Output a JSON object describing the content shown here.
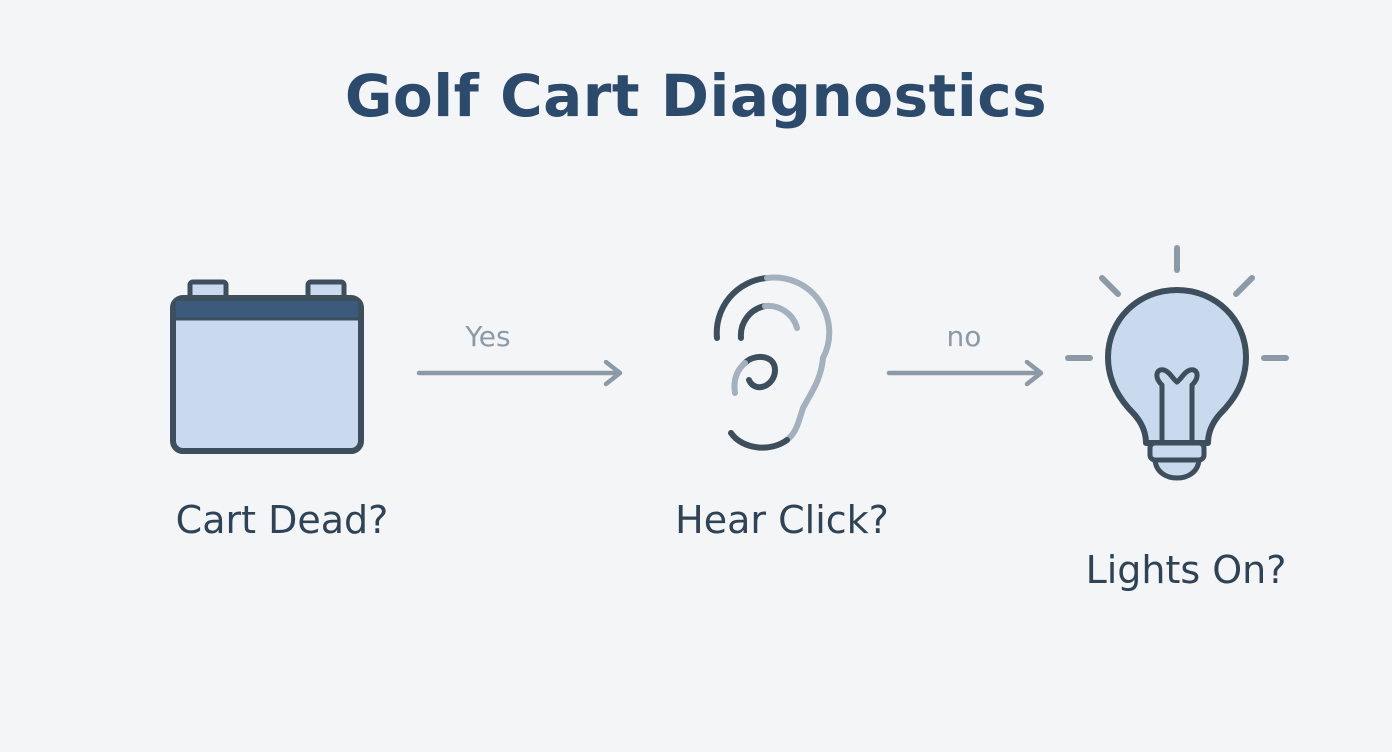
{
  "title": "Golf Cart Diagnostics",
  "nodes": [
    {
      "label": "Cart Dead?",
      "icon": "battery-icon"
    },
    {
      "label": "Hear Click?",
      "icon": "ear-icon"
    },
    {
      "label": "Lights On?",
      "icon": "light-bulb-icon"
    }
  ],
  "edges": [
    {
      "label": "Yes"
    },
    {
      "label": "no"
    }
  ],
  "colors": {
    "background": "#f4f5f7",
    "title": "#2c4a6b",
    "icon_stroke": "#3d4e5c",
    "icon_fill": "#c9daee",
    "battery_band": "#3b5a7c",
    "arrow": "#8c9aa8",
    "label": "#2f4356"
  }
}
